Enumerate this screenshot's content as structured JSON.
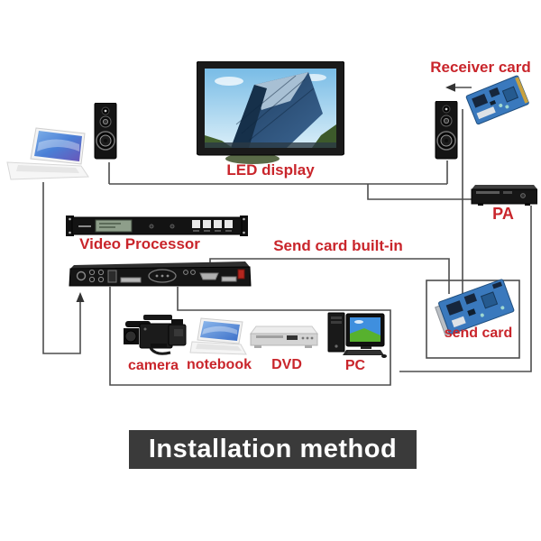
{
  "diagram": {
    "title": "Installation method",
    "labels": {
      "led_display": "LED display",
      "receiver_card": "Receiver card",
      "pa": "PA",
      "video_processor": "Video Processor",
      "send_card_built_in": "Send card built-in",
      "send_card": "send card",
      "camera": "camera",
      "notebook": "notebook",
      "dvd": "DVD",
      "pc": "PC"
    },
    "colors": {
      "label_red": "#c9252b",
      "line_gray": "#4d4d4d",
      "banner_bg": "#3a3a3a",
      "banner_text": "#ffffff",
      "pcb_blue": "#3a79bd"
    }
  }
}
